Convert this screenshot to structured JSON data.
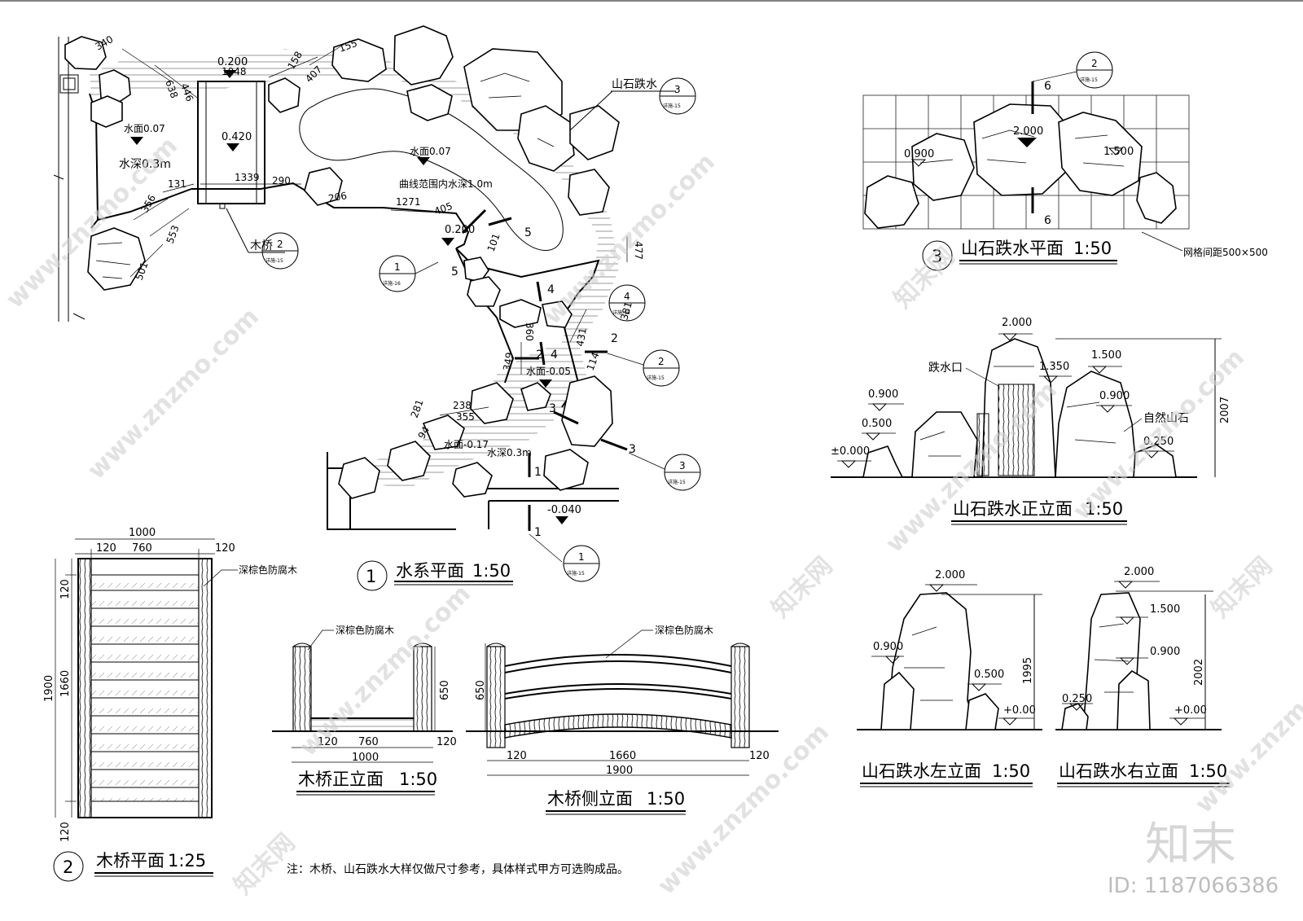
{
  "drawing": {
    "titles": {
      "water_plan": "水系平面",
      "water_plan_scale": "1:50",
      "water_plan_no": "1",
      "bridge_plan": "木桥平面",
      "bridge_plan_scale": "1:25",
      "bridge_plan_no": "2",
      "rockfall_plan": "山石跌水平面",
      "rockfall_plan_scale": "1:50",
      "rockfall_plan_no": "3",
      "rockfall_front": "山石跌水正立面",
      "rockfall_front_scale": "1:50",
      "bridge_front": "木桥正立面",
      "bridge_front_scale": "1:50",
      "bridge_side": "木桥侧立面",
      "bridge_side_scale": "1:50",
      "rockfall_left": "山石跌水左立面",
      "rockfall_left_scale": "1:50",
      "rockfall_right": "山石跌水右立面",
      "rockfall_right_scale": "1:50"
    },
    "water_plan": {
      "labels": {
        "rockfall": "山石跌水",
        "bridge": "木桥",
        "curve_depth": "曲线范围内水深1.0m",
        "depth_a": "水深0.3m",
        "depth_b": "水深0.3m",
        "water_a": "水面0.07",
        "water_b": "水面0.07",
        "water_c": "水面-0.05",
        "water_d": "水面-0.17"
      },
      "levels": [
        "0.200",
        "0.420",
        "0.200",
        "-0.040"
      ],
      "dims": [
        "1048",
        "340",
        "638",
        "446",
        "158",
        "407",
        "155",
        "131",
        "356",
        "553",
        "501",
        "1339",
        "290",
        "206",
        "1271",
        "405",
        "101",
        "477",
        "381",
        "360",
        "431",
        "114",
        "349",
        "238",
        "281",
        "94",
        "355"
      ],
      "section_marks": [
        "5",
        "4",
        "2",
        "3",
        "1",
        "1",
        "5",
        "4",
        "2",
        "3"
      ],
      "callouts": [
        {
          "num": "1",
          "sheet": "详施-16"
        },
        {
          "num": "2",
          "sheet": "详施-15"
        },
        {
          "num": "3",
          "sheet": "详施-15"
        },
        {
          "num": "4",
          "sheet": "详施-15"
        },
        {
          "num": "2",
          "sheet": "详施-15"
        },
        {
          "num": "3",
          "sheet": "详施-15"
        },
        {
          "num": "1",
          "sheet": "详施-15"
        }
      ]
    },
    "rockfall_plan": {
      "levels": [
        "2.000",
        "0.900",
        "1.500"
      ],
      "section": "6",
      "callout": {
        "num": "2",
        "sheet": "详施-15"
      },
      "note": "网格间距500×500"
    },
    "rockfall_front": {
      "levels": [
        "2.000",
        "1.500",
        "1.350",
        "0.900",
        "0.900",
        "0.500",
        "0.250",
        "±0.000"
      ],
      "labels": {
        "outlet": "跌水口",
        "stone": "自然山石"
      },
      "height": "2007"
    },
    "rockfall_left": {
      "levels": [
        "2.000",
        "0.900",
        "0.500",
        "+0.00"
      ],
      "height": "1995"
    },
    "rockfall_right": {
      "levels": [
        "2.000",
        "1.500",
        "0.900",
        "0.250",
        "+0.00"
      ],
      "height": "2002"
    },
    "bridge_plan": {
      "dims": {
        "total_w": "1000",
        "side_l": "120",
        "mid": "760",
        "side_r": "120",
        "total_h": "1900",
        "top": "120",
        "middle": "1660",
        "bottom": "120"
      },
      "material": "深棕色防腐木"
    },
    "bridge_front": {
      "dims": {
        "left": "120",
        "mid": "760",
        "right": "120",
        "total": "1000",
        "height": "650"
      },
      "material": "深棕色防腐木"
    },
    "bridge_side": {
      "dims": {
        "left": "120",
        "mid": "1660",
        "right": "120",
        "total": "1900",
        "height": "650"
      },
      "material": "深棕色防腐木"
    },
    "note": "注：木桥、山石跌水大样仅做尺寸参考，具体样式甲方可选购成品。"
  },
  "watermark": {
    "site": "www.znzmo.com",
    "brand_cn": "知末网",
    "logo": "知末",
    "id": "ID: 1187066386"
  }
}
